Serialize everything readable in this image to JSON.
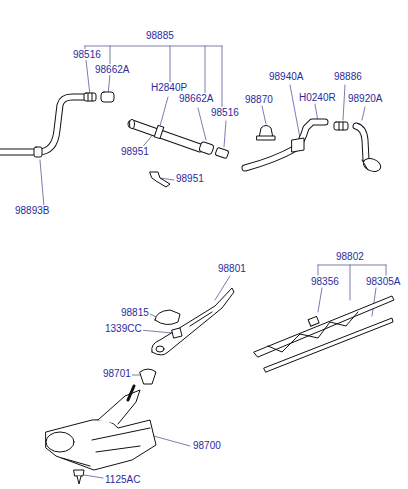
{
  "diagram": {
    "labels": [
      "98885",
      "98516",
      "98662A",
      "H2840P",
      "98662A",
      "98516",
      "98951",
      "98951",
      "98893B",
      "98870",
      "98940A",
      "H0240R",
      "98886",
      "98920A",
      "98802",
      "98801",
      "98356",
      "98305A",
      "98815",
      "1339CC",
      "98701",
      "98700",
      "1125AC"
    ]
  }
}
